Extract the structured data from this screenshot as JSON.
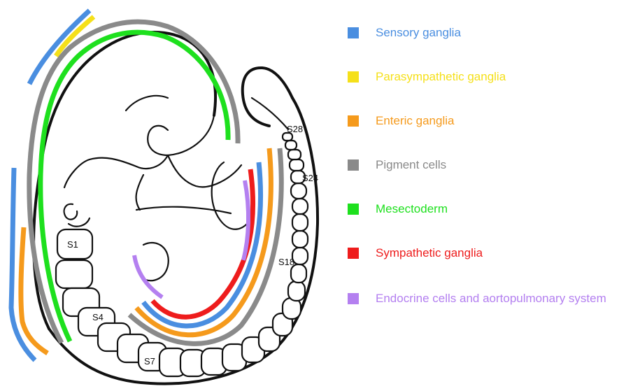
{
  "legend": [
    {
      "label": "Sensory ganglia",
      "color": "#4a8ee0"
    },
    {
      "label": "Parasympathetic ganglia",
      "color": "#f5e01a"
    },
    {
      "label": "Enteric ganglia",
      "color": "#f59a1c"
    },
    {
      "label": "Pigment cells",
      "color": "#8a8a8a"
    },
    {
      "label": "Mesectoderm",
      "color": "#1ee01e"
    },
    {
      "label": "Sympathetic ganglia",
      "color": "#ee1c1c"
    },
    {
      "label": "Endocrine cells and aortopulmonary system",
      "color": "#b480f0"
    }
  ],
  "somite_labels": {
    "s1": "S1",
    "s4": "S4",
    "s7": "S7",
    "s18": "S18",
    "s24": "S24",
    "s28": "S28"
  }
}
